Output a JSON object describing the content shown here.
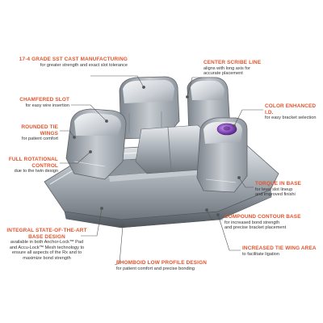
{
  "colors": {
    "accent": "#e2532b",
    "steel": "#b9bfc6",
    "purple": "#8d4fc4"
  },
  "callouts": [
    {
      "id": "cast",
      "title": "17-4 GRADE SST CAST MANUFACTURING",
      "desc": [
        "for greater strength and exact slot tolerance"
      ]
    },
    {
      "id": "scribe",
      "title": "CENTER SCRIBE LINE",
      "desc": [
        "aligns with long axis for",
        "accurate placement"
      ]
    },
    {
      "id": "chamfer",
      "title": "CHAMFERED SLOT",
      "desc": [
        "for easy wire insertion"
      ]
    },
    {
      "id": "color",
      "title": "COLOR ENHANCED I.D.",
      "desc": [
        "for easy bracket selection"
      ]
    },
    {
      "id": "rounded",
      "title": "ROUNDED TIE WINGS",
      "desc": [
        "for patient comfort"
      ]
    },
    {
      "id": "rotation",
      "title": "FULL ROTATIONAL CONTROL",
      "desc": [
        "due to the twin design"
      ]
    },
    {
      "id": "torque",
      "title": "TORQUE IN BASE",
      "desc": [
        "for level slot lineup",
        "and improved finishi"
      ]
    },
    {
      "id": "contour",
      "title": "COMPOUND CONTOUR BASE",
      "desc": [
        "for increased bond strength",
        "and precise bracket placement"
      ]
    },
    {
      "id": "tiewing",
      "title": "INCREASED TIE WING AREA",
      "desc": [
        "to facilitate ligation"
      ]
    },
    {
      "id": "integral",
      "title": "INTEGRAL STATE-OF-THE-ART BASE DESIGN",
      "desc": [
        "available in both Anchor-Lock™ Pad",
        "and Accu-Lock™ Mesh technology to",
        "ensure all aspects of the Rx and to",
        "maximize bond strength"
      ]
    },
    {
      "id": "rhomboid",
      "title": "RHOMBOID LOW PROFILE DESIGN",
      "desc": [
        "for patient comfort and precise bonding"
      ]
    }
  ]
}
